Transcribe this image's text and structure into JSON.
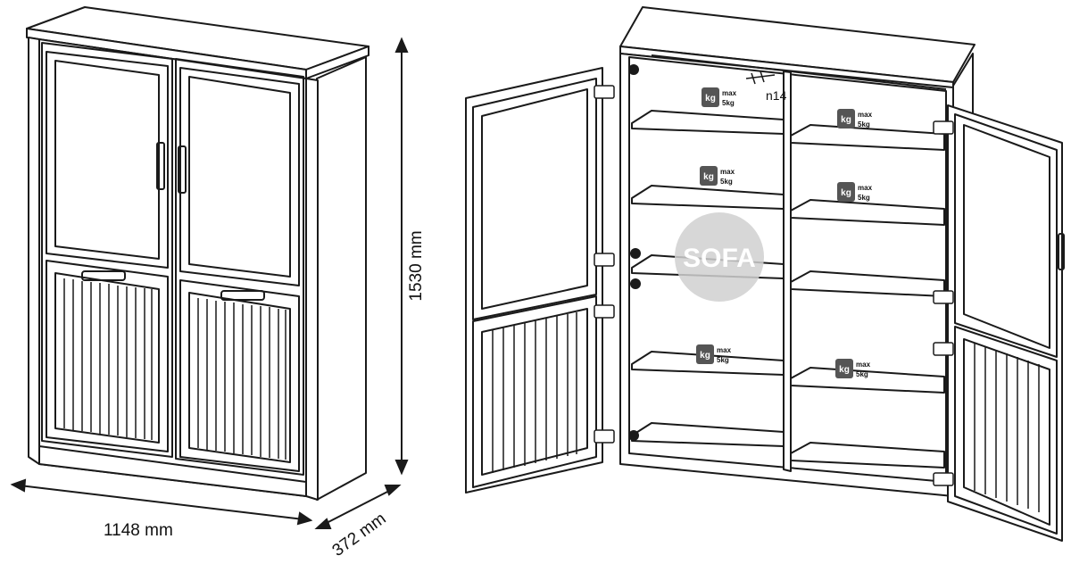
{
  "dimensions": {
    "width": "1148 mm",
    "height": "1530 mm",
    "depth": "372 mm"
  },
  "hardware": {
    "part_label": "n14"
  },
  "load_badges": [
    {
      "icon": "weight-icon",
      "unit": "kg",
      "label": "max",
      "value": "5kg"
    },
    {
      "icon": "weight-icon",
      "unit": "kg",
      "label": "max",
      "value": "5kg"
    },
    {
      "icon": "weight-icon",
      "unit": "kg",
      "label": "max",
      "value": "5kg"
    },
    {
      "icon": "weight-icon",
      "unit": "kg",
      "label": "max",
      "value": "5kg"
    },
    {
      "icon": "weight-icon",
      "unit": "kg",
      "label": "max",
      "value": "5kg"
    },
    {
      "icon": "weight-icon",
      "unit": "kg",
      "label": "max",
      "value": "5kg"
    }
  ],
  "watermark": {
    "text": "SOFA",
    "color": "#d0d0d0"
  },
  "colors": {
    "line": "#1a1a1a",
    "badge": "#555555"
  }
}
